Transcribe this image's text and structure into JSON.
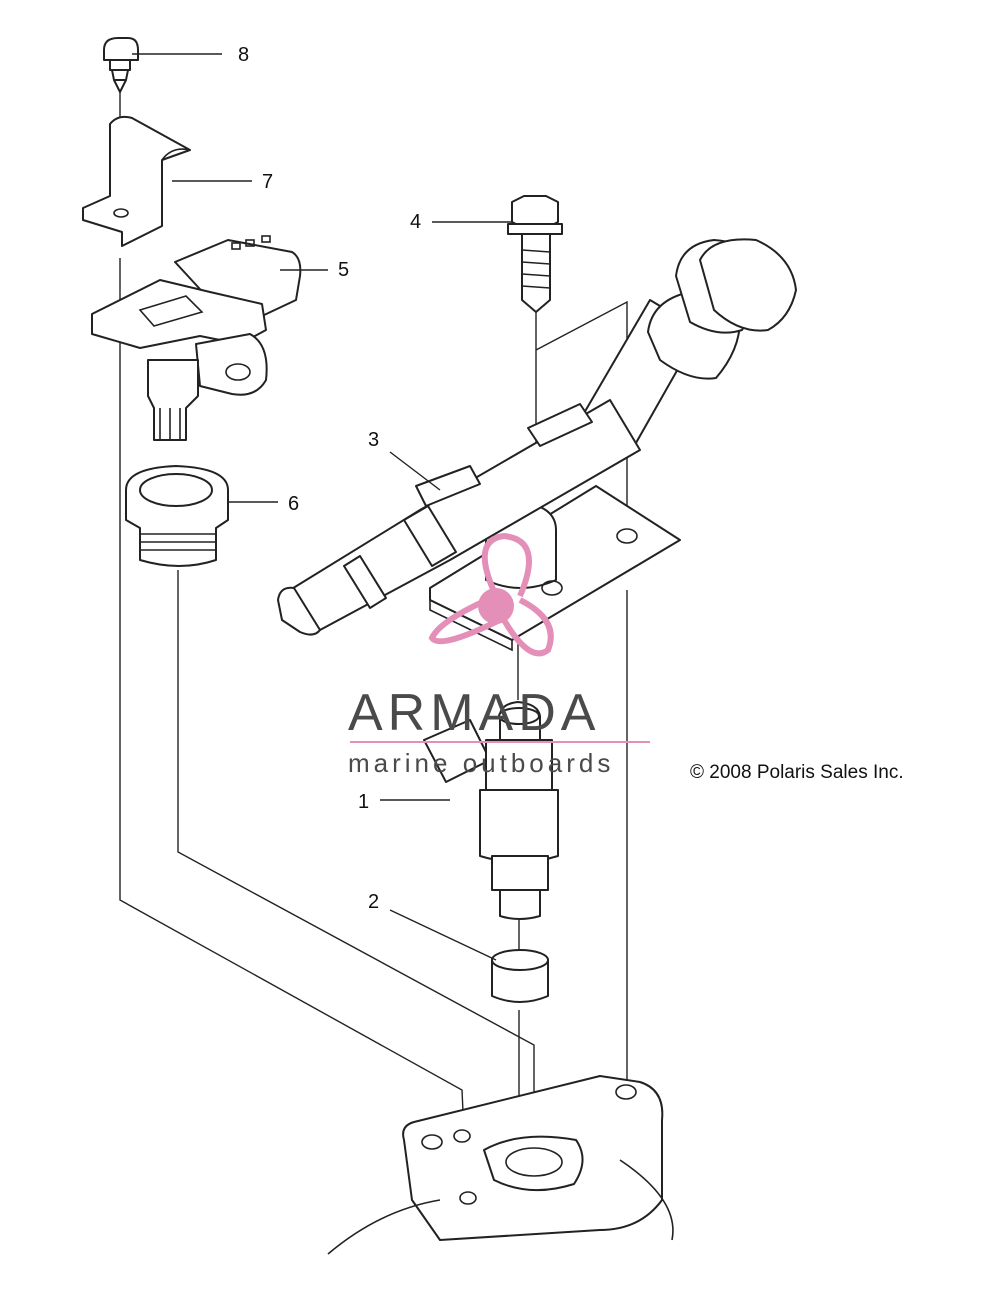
{
  "callouts": [
    {
      "number": "1"
    },
    {
      "number": "2"
    },
    {
      "number": "3"
    },
    {
      "number": "4"
    },
    {
      "number": "5"
    },
    {
      "number": "6"
    },
    {
      "number": "7"
    },
    {
      "number": "8"
    }
  ],
  "copyright": "© 2008 Polaris Sales Inc.",
  "watermark": {
    "title": "ARMADA",
    "subtitle": "marine outboards",
    "color": "#e48fb8"
  }
}
